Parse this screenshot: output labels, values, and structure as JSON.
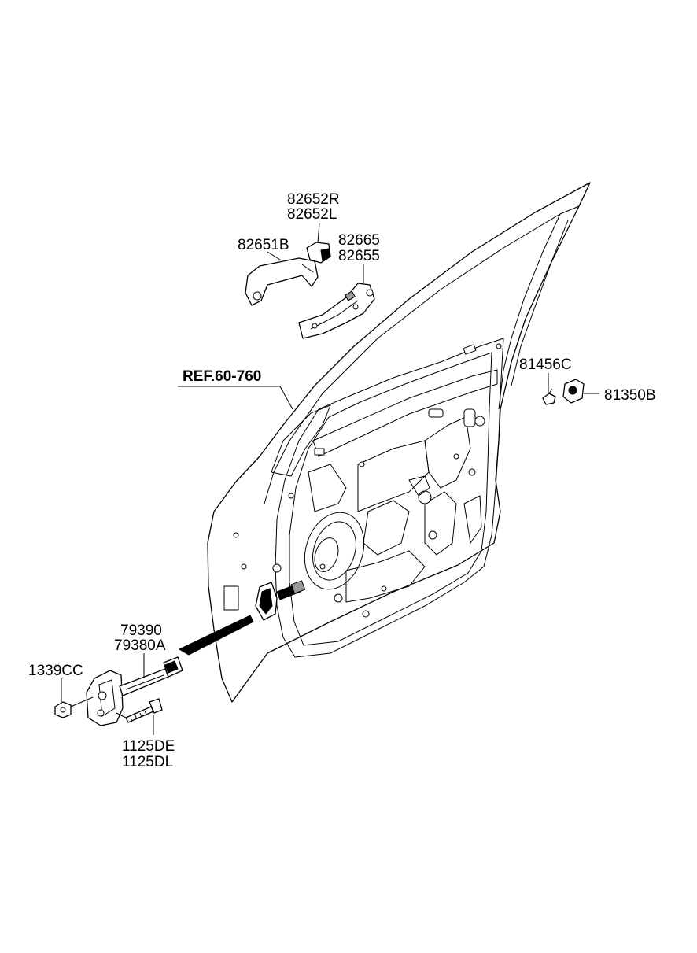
{
  "ref_label": "REF.60-760",
  "parts": {
    "p82652R": "82652R",
    "p82652L": "82652L",
    "p82651B": "82651B",
    "p82665": "82665",
    "p82655": "82655",
    "p81456C": "81456C",
    "p81350B": "81350B",
    "p79390": "79390",
    "p79380A": "79380A",
    "p1339CC": "1339CC",
    "p1125DE": "1125DE",
    "p1125DL": "1125DL"
  }
}
